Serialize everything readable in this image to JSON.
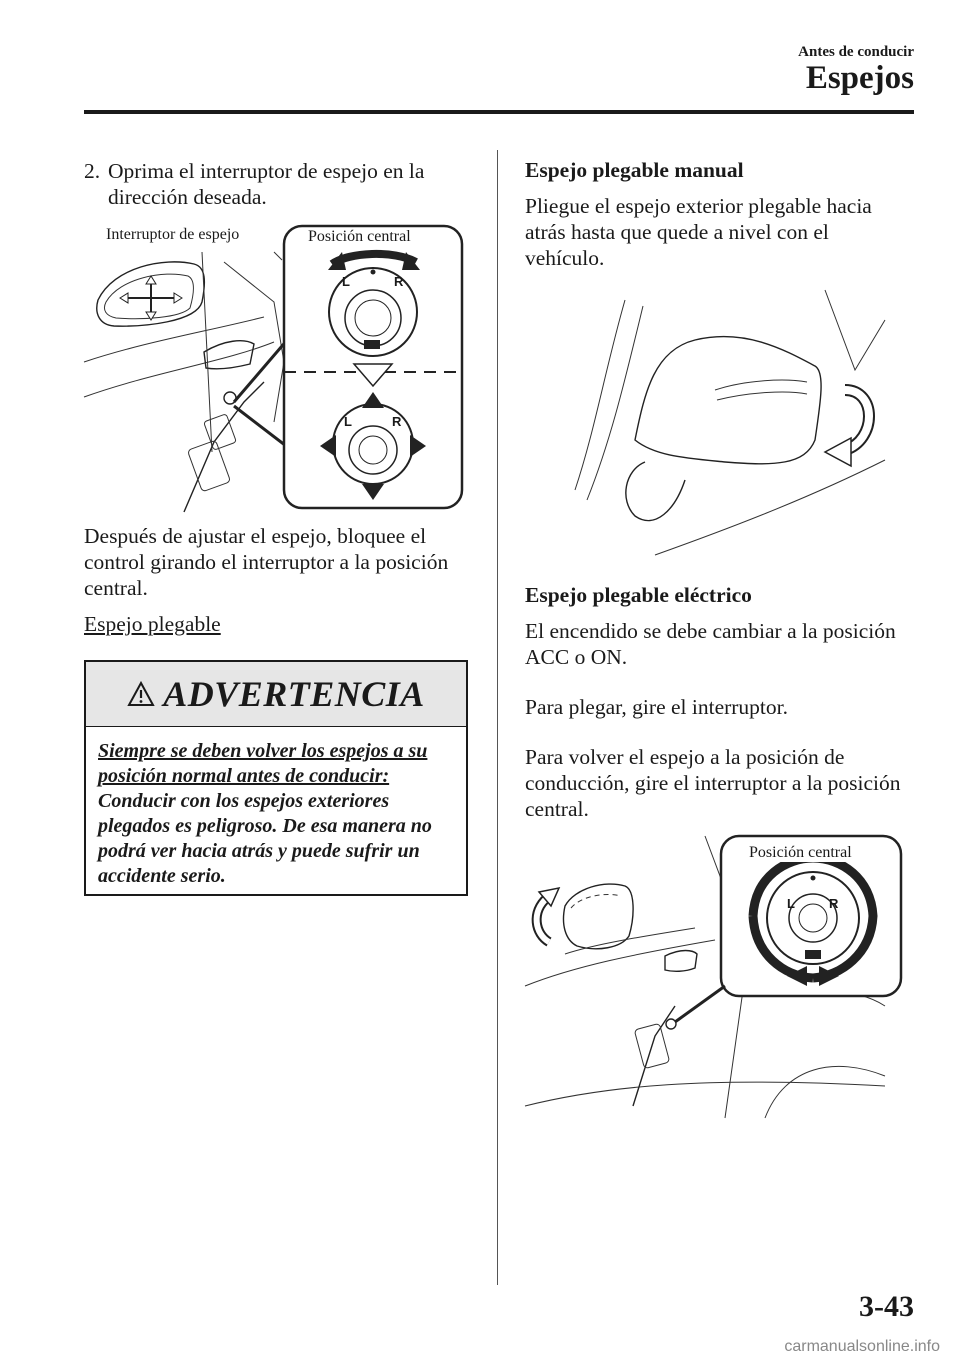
{
  "header": {
    "section": "Antes de conducir",
    "chapter": "Espejos"
  },
  "left": {
    "step_number": "2.",
    "step_text": "Oprima el interruptor de espejo en la dirección deseada.",
    "fig1_label_switch": "Interruptor de espejo",
    "fig1_label_center": "Posición central",
    "knob_left": "L",
    "knob_right": "R",
    "after_text": "Después de ajustar el espejo, bloquee el control girando el interruptor a la posición central.",
    "folding_heading": "Espejo plegable",
    "warning": {
      "title": "ADVERTENCIA",
      "underlined": "Siempre se deben volver los espejos a su posición normal antes de conducir:",
      "body": "Conducir con los espejos exteriores plegados es peligroso. De esa manera no podrá ver hacia atrás y puede sufrir un accidente serio."
    }
  },
  "right": {
    "manual_heading": "Espejo plegable manual",
    "manual_text": "Pliegue el espejo exterior plegable hacia atrás hasta que quede a nivel con el vehículo.",
    "electric_heading": "Espejo plegable eléctrico",
    "electric_text1": "El encendido se debe cambiar a la posición ACC o ON.",
    "electric_text2": "Para plegar, gire el interruptor.",
    "electric_text3": "Para volver el espejo a la posición de conducción, gire el interruptor a la posición central.",
    "fig3_label_center": "Posición central"
  },
  "footer": {
    "page_number": "3-43",
    "watermark": "carmanualsonline.info"
  }
}
